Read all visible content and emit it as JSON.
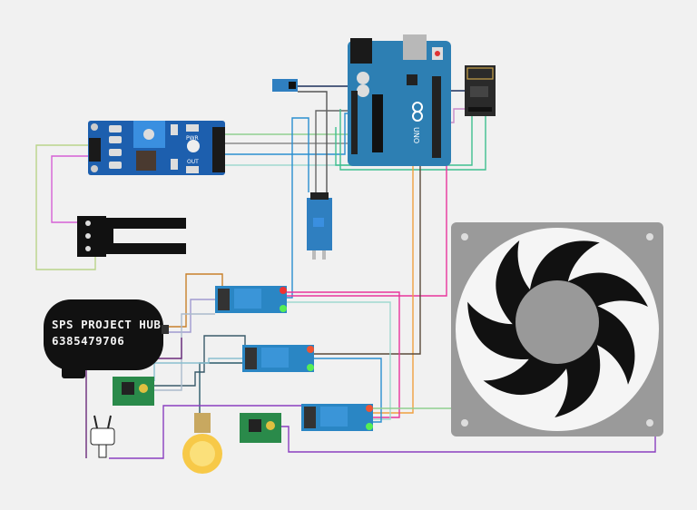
{
  "pump": {
    "line1": "SPS PROJECT HUB",
    "line2": "6385479706"
  },
  "soil_module": {
    "pwr_label": "PWR",
    "out_label": "OUT"
  },
  "arduino": {
    "board_label": "UNO"
  },
  "colors": {
    "board_blue": "#2d7fb3",
    "relay_blue": "#2a86c4",
    "wire_pink": "#e8359c",
    "wire_orange": "#f0a040",
    "wire_purple": "#8a3fc0",
    "wire_teal": "#3fbf8f",
    "wire_navy": "#1c2f5a",
    "wire_lightblue": "#2a8fd0",
    "fan_frame": "#9a9a9a",
    "fan_blade": "#111111"
  }
}
